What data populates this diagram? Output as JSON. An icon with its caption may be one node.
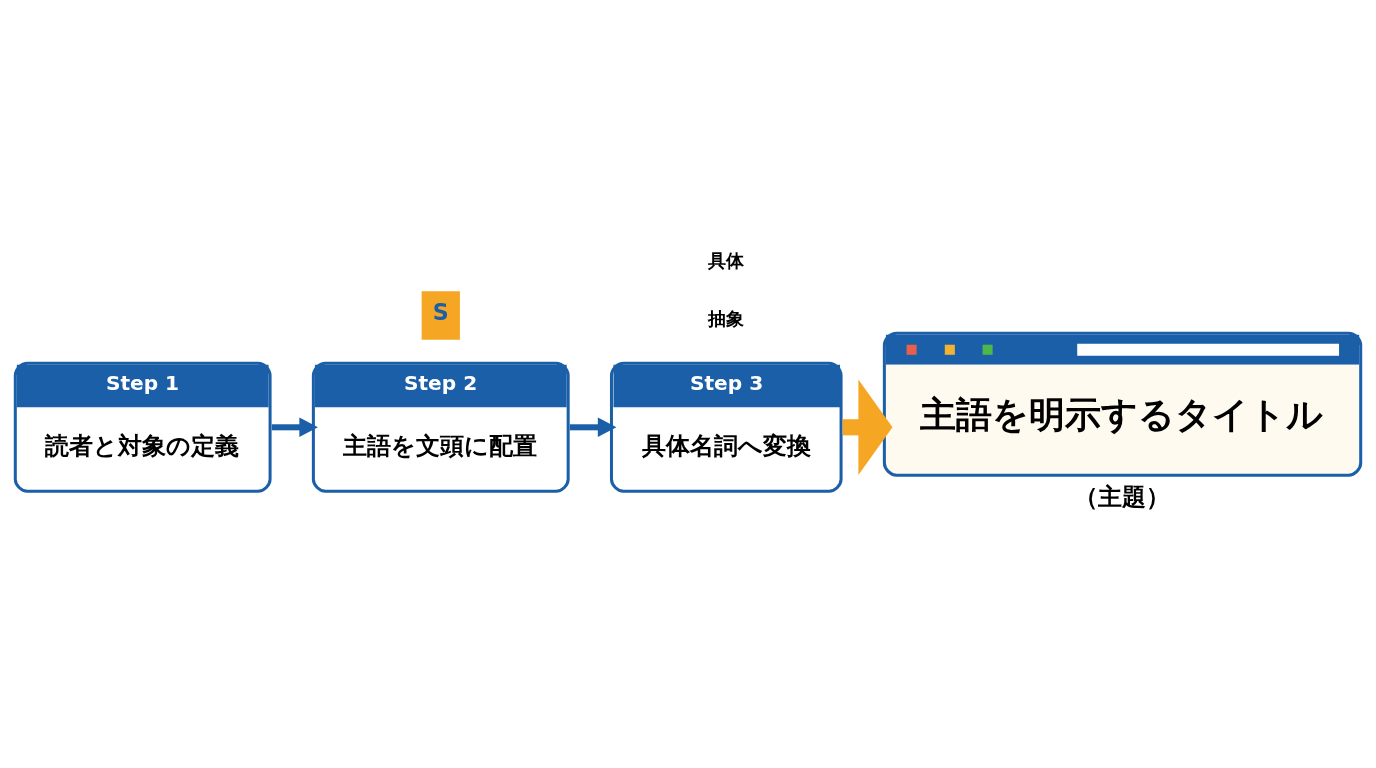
{
  "diagram": {
    "nodes": [
      {
        "text": [
          "Step 1",
          "読者と対象の定義"
        ]
      },
      {
        "text": [
          "Step 2",
          "主語を文頭に配置"
        ]
      },
      {
        "text": [
          "Step 3",
          "具体名詞へ変換"
        ]
      },
      {
        "text": [
          "主語を明示するタイトル"
        ],
        "beside": [
          "（主題）"
        ]
      }
    ],
    "edges": [
      {
        "from": 0,
        "to": 1,
        "arrow": "to"
      },
      {
        "from": 1,
        "to": 2,
        "arrow": "to"
      },
      {
        "from": 2,
        "to": 3,
        "arrow": "to",
        "style": "thick",
        "color": "#f5a623"
      }
    ],
    "labels": [
      "S",
      "抽象",
      "具体"
    ]
  }
}
